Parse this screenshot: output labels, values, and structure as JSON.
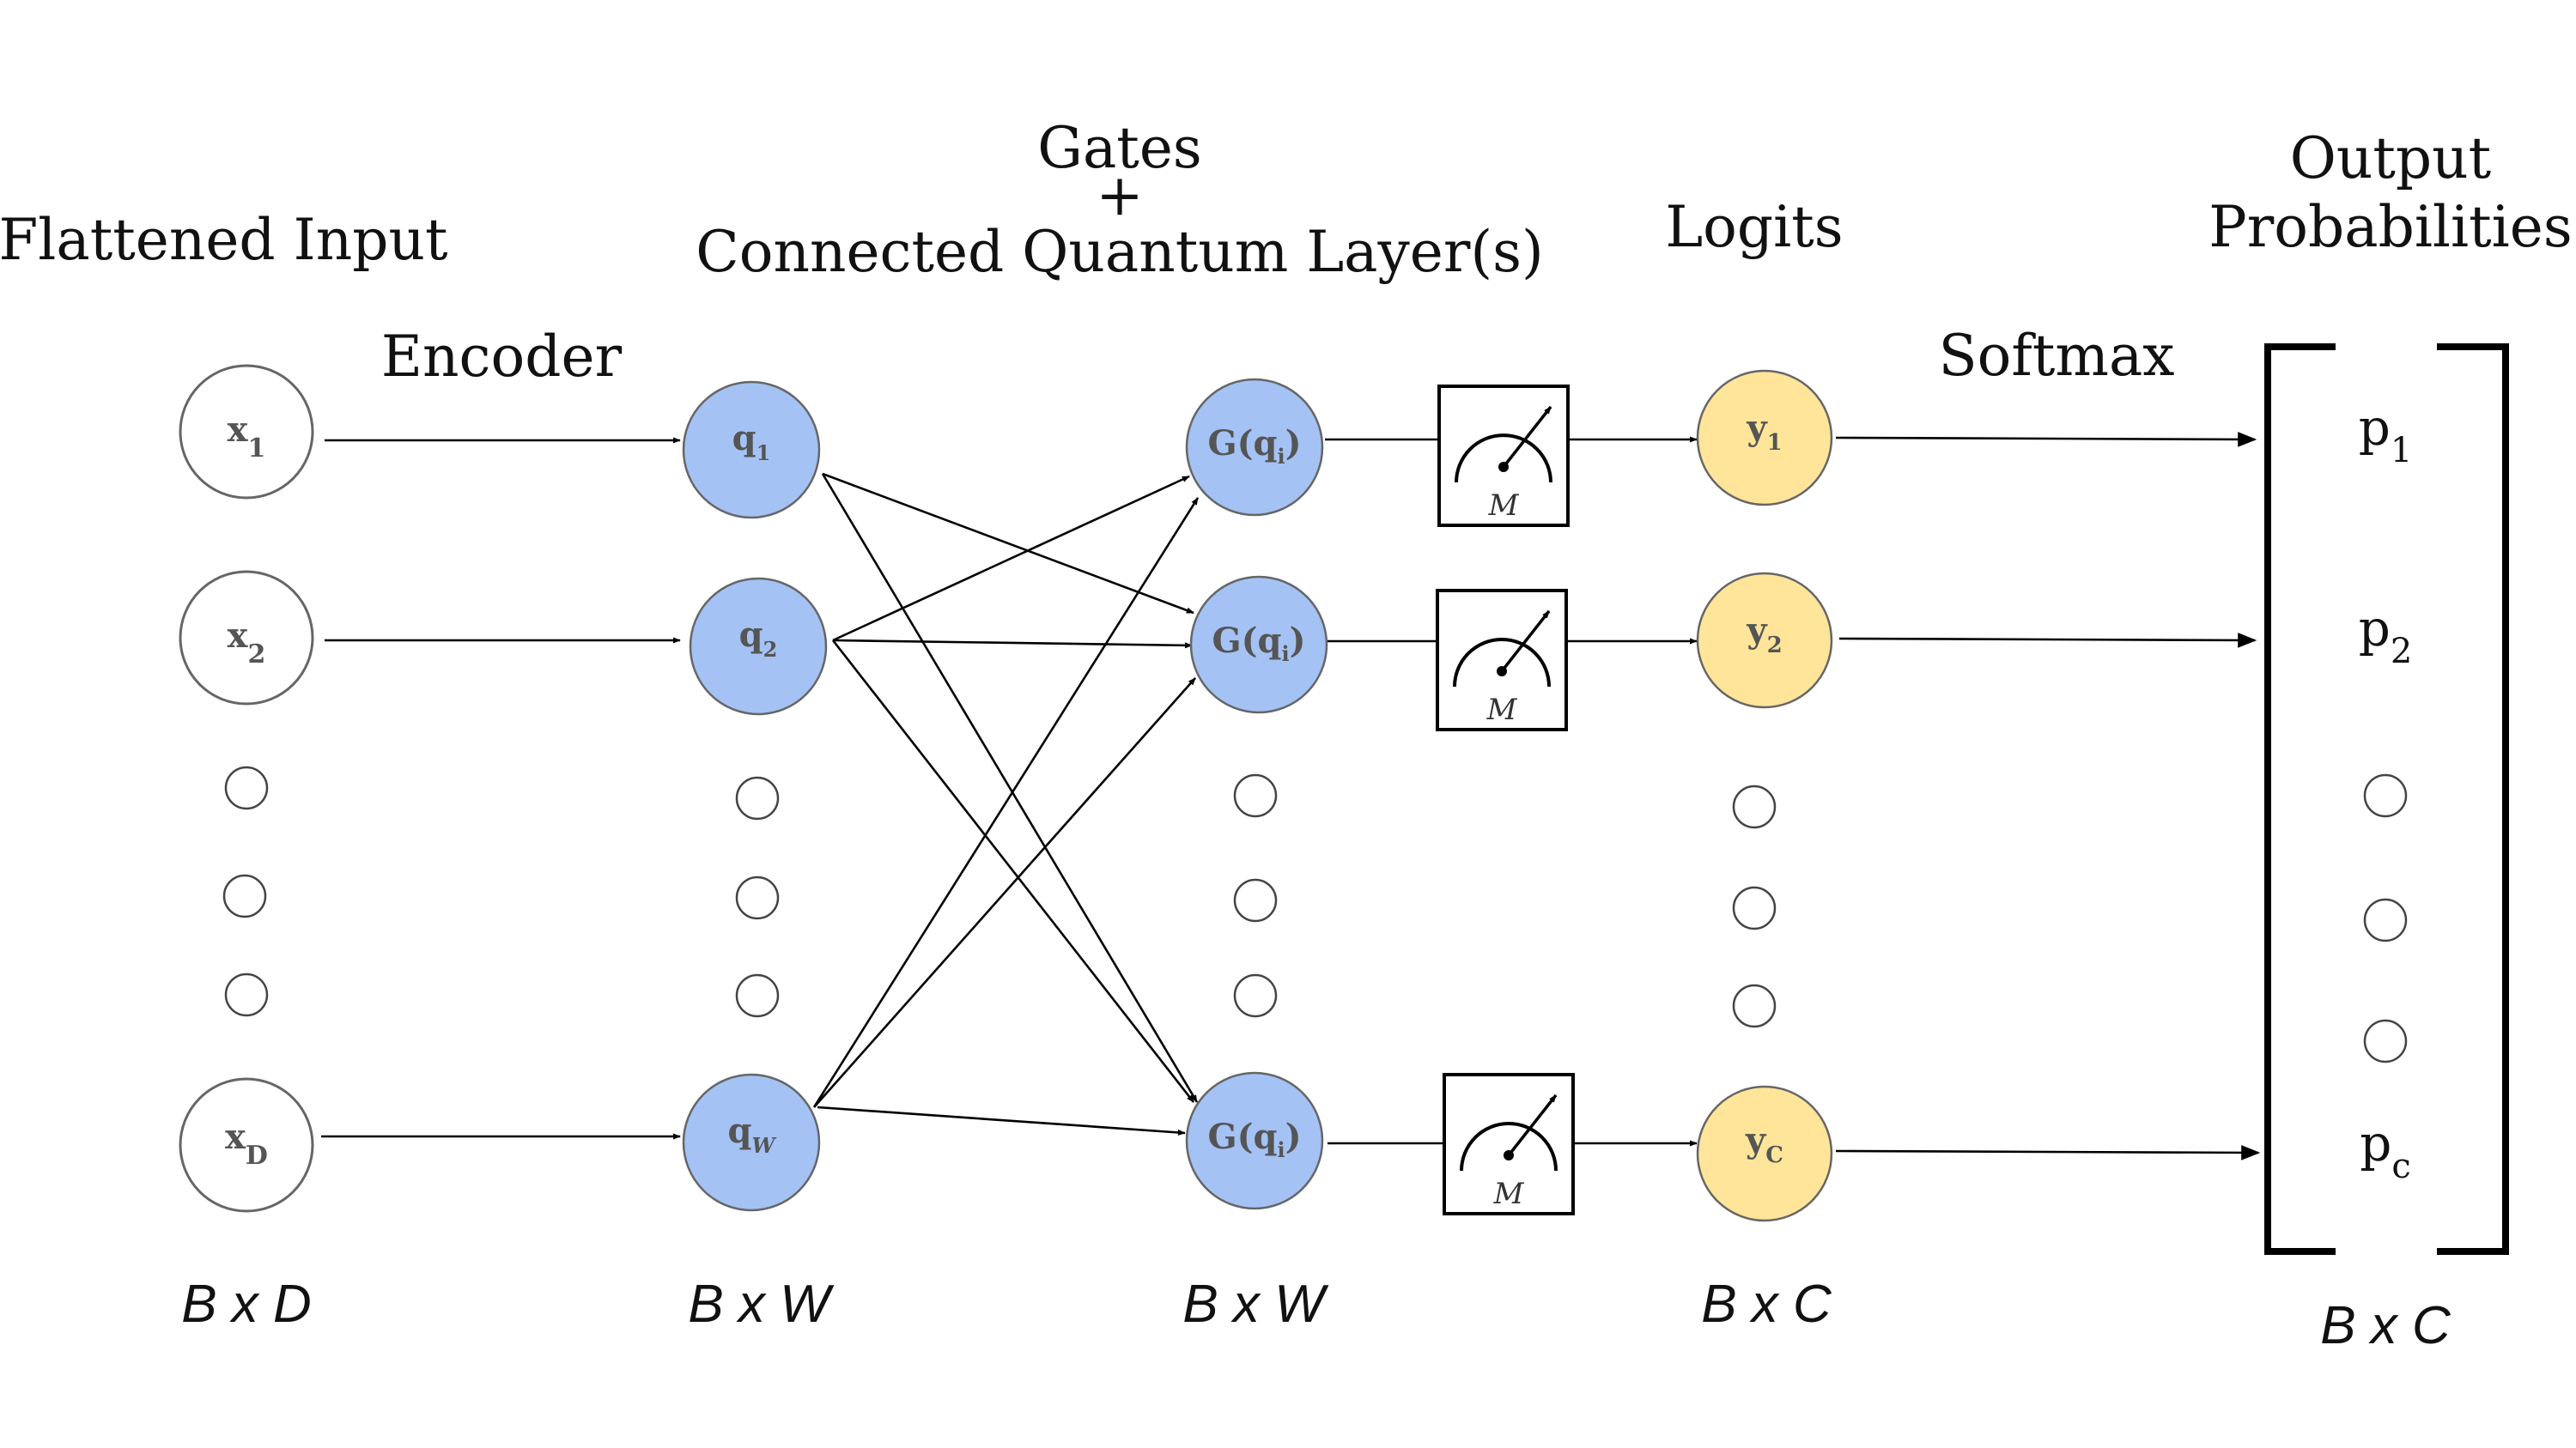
{
  "headings": {
    "input": "Flattened Input",
    "encoder": "Encoder",
    "gates_line1": "Gates",
    "gates_plus": "+",
    "gates_line2": "Connected Quantum Layer(s)",
    "logits": "Logits",
    "softmax": "Softmax",
    "output_line1": "Output",
    "output_line2": "Probabilities"
  },
  "columns": {
    "input": {
      "nodes": [
        {
          "base": "x",
          "sub": "1"
        },
        {
          "base": "x",
          "sub": "2"
        },
        {
          "base": "x",
          "sub": "D"
        }
      ],
      "dim": "B x D"
    },
    "qubits": {
      "color": "#a4c2f4",
      "nodes": [
        {
          "base": "q",
          "sub": "1"
        },
        {
          "base": "q",
          "sub": "2"
        },
        {
          "base": "q",
          "sub": "W"
        }
      ],
      "dim": "B x W"
    },
    "gates": {
      "color": "#a4c2f4",
      "nodes": [
        {
          "base": "G(q",
          "sub": "i",
          "close": ")"
        },
        {
          "base": "G(q",
          "sub": "i",
          "close": ")"
        },
        {
          "base": "G(q",
          "sub": "i",
          "close": ")"
        }
      ],
      "dim": "B x W"
    },
    "measurement": {
      "label": "M",
      "icon": "measurement-meter-icon"
    },
    "logits": {
      "color": "#ffe599",
      "nodes": [
        {
          "base": "y",
          "sub": "1"
        },
        {
          "base": "y",
          "sub": "2"
        },
        {
          "base": "y",
          "sub": "C"
        }
      ],
      "dim": "B x C"
    },
    "output": {
      "nodes": [
        {
          "base": "p",
          "sub": "1"
        },
        {
          "base": "p",
          "sub": "2"
        },
        {
          "base": "p",
          "sub": "c"
        }
      ],
      "dim": "B x C"
    }
  }
}
